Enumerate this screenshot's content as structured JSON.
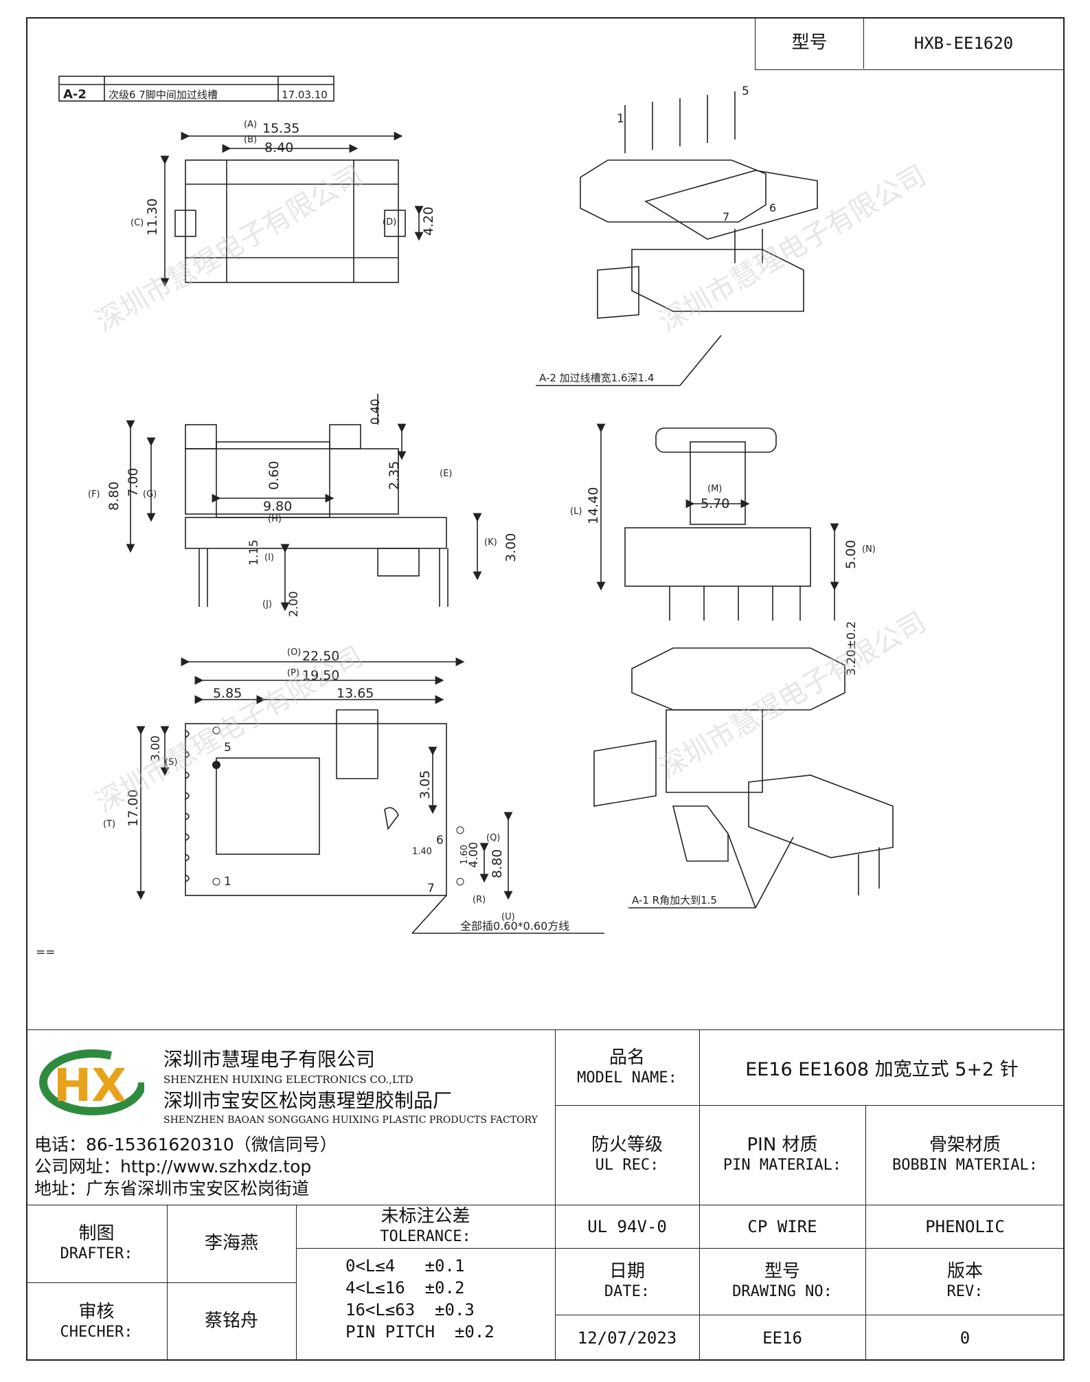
{
  "header": {
    "model_label": "型号",
    "model_value": "HXB-EE1620"
  },
  "revision_table": {
    "row_code": "A-2",
    "row_desc": "次级6  7脚中间加过线槽",
    "row_date": "17.03.10"
  },
  "drawing": {
    "dims_top": {
      "A": "15.35",
      "B": "8.40",
      "C": "11.30",
      "D": "4.20"
    },
    "dims_side": {
      "gap": "0.40",
      "E": "2.35",
      "width": "0.60",
      "F": "8.80",
      "G": "7.00",
      "H": "9.80",
      "I": "1.15",
      "J": "2.00",
      "K": "3.00"
    },
    "dims_front": {
      "L": "14.40",
      "M": "5.70",
      "N": "5.00",
      "pin": "3.20±0.2"
    },
    "dims_bottom": {
      "O": "22.50",
      "P": "19.50",
      "w1": "5.85",
      "w2": "13.65",
      "S": "3.00",
      "T": "17.00",
      "d305": "3.05",
      "Q": "8.80",
      "q2": "4.00",
      "q3": "1.60",
      "d140": "1.40"
    },
    "pin_labels": [
      "1",
      "5",
      "6",
      "7"
    ],
    "note_a2": "A-2   加过线槽宽1.6深1.4",
    "note_a1": "A-1  R角加大到1.5",
    "note_pins": "全部插0.60*0.60方线",
    "letters": {
      "A": "(A)",
      "B": "(B)",
      "C": "(C)",
      "D": "(D)",
      "E": "(E)",
      "F": "(F)",
      "G": "(G)",
      "H": "(H)",
      "I": "(I)",
      "J": "(J)",
      "K": "(K)",
      "L": "(L)",
      "M": "(M)",
      "N": "(N)",
      "O": "(O)",
      "P": "(P)",
      "Q": "(Q)",
      "R": "(R)",
      "S": "(S)",
      "T": "(T)",
      "U": "(U)"
    },
    "mark_eq": "=="
  },
  "watermark": "深圳市慧瑆电子有限公司",
  "company": {
    "name_cn": "深圳市慧瑆电子有限公司",
    "name_en": "SHENZHEN HUIXING ELECTRONICS CO.,LTD",
    "factory_cn": "深圳市宝安区松岗惠瑆塑胶制品厂",
    "factory_en": "SHENZHEN BAOAN SONGGANG HUIXING PLASTIC PRODUCTS FACTORY",
    "phone": "电话：86-15361620310（微信同号）",
    "website": "公司网址：http://www.szhxdz.top",
    "address": "地址：广东省深圳市宝安区松岗街道",
    "logo_text": "HX"
  },
  "title_block": {
    "model_name_cn": "品名",
    "model_name_en": "MODEL NAME:",
    "model_name_value": "EE16 EE1608 加宽立式 5+2 针",
    "ul_cn": "防火等级",
    "ul_en": "UL REC:",
    "pin_mat_cn": "PIN 材质",
    "pin_mat_en": "PIN MATERIAL:",
    "bobbin_cn": "骨架材质",
    "bobbin_en": "BOBBIN MATERIAL:",
    "ul_value": "UL 94V-0",
    "pin_value": "CP WIRE",
    "bobbin_value": "PHENOLIC",
    "drafter_cn": "制图",
    "drafter_en": "DRAFTER:",
    "drafter_name": "李海燕",
    "checker_cn": "审核",
    "checker_en": "CHECHER:",
    "checker_name": "蔡铭舟",
    "tolerance_cn": "未标注公差",
    "tolerance_en": "TOLERANCE:",
    "tolerances": [
      "0<L≤4   ±0.1",
      "4<L≤16  ±0.2",
      "16<L≤63  ±0.3",
      "PIN PITCH  ±0.2"
    ],
    "date_cn": "日期",
    "date_en": "DATE:",
    "date_value": "12/07/2023",
    "drawing_no_cn": "型号",
    "drawing_no_en": "DRAWING NO:",
    "drawing_no_value": "EE16",
    "rev_cn": "版本",
    "rev_en": "REV:",
    "rev_value": "0"
  }
}
